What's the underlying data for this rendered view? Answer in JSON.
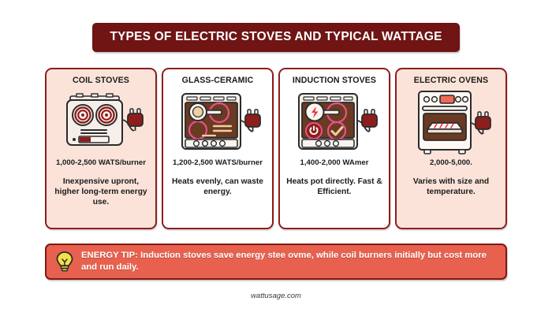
{
  "header": {
    "title": "TYPES OF ELECTRIC STOVES AND TYPICAL WATTAGE"
  },
  "cards": [
    {
      "title": "COIL STOVES",
      "icon": "coil-stove-icon",
      "wattage": "1,000-2,500 WATS/burner",
      "description": "Inexpensive upront, higher long-term energy use.",
      "background": "#fbe3da"
    },
    {
      "title": "GLASS-CERAMIC",
      "icon": "glass-ceramic-cooktop-icon",
      "wattage": "1,200-2,500 WATS/burner",
      "description": "Heats evenly, can waste energy.",
      "background": "#ffffff"
    },
    {
      "title": "INDUCTION STOVES",
      "icon": "induction-cooktop-icon",
      "wattage": "1,400-2,000 WAmer",
      "description": "Heats pot directly. Fast & Efficient.",
      "background": "#ffffff"
    },
    {
      "title": "ELECTRIC OVENS",
      "icon": "electric-oven-icon",
      "wattage": "2,000-5,000.",
      "description": "Varies with size and temperature.",
      "background": "#fbe3da"
    }
  ],
  "tip": {
    "icon": "lightbulb-icon",
    "label": "ENERGY TIP:",
    "body": "Induction stoves save energy stee ovme, while coil burners initially but cost more and run daily."
  },
  "footer": {
    "source": "wattusage.com"
  },
  "colors": {
    "title_bar": "#701414",
    "card_border": "#8e1d1d",
    "card_tint": "#fbe3da",
    "tip_background": "#e8614f",
    "tip_border": "#7d1a12",
    "accent_dark_red": "#8e1d1d",
    "accent_pink": "#e8528c",
    "cooktop_brown": "#6b3a22",
    "bulb_yellow": "#f5e04a",
    "page_background": "#ffffff"
  }
}
